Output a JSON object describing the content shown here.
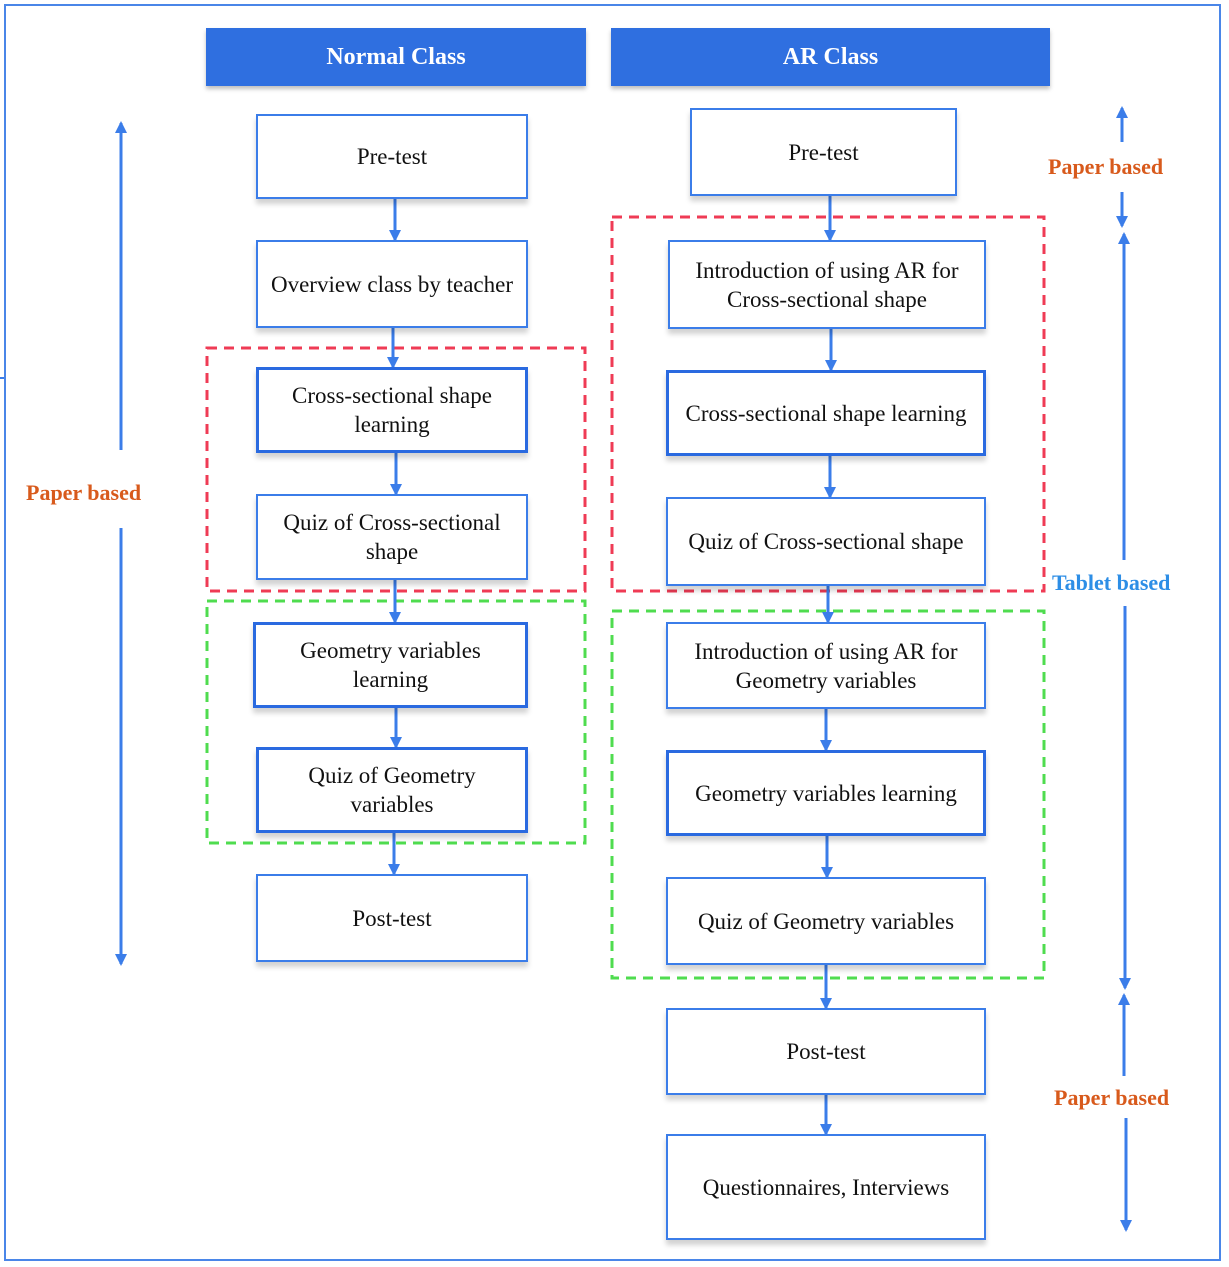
{
  "columns": {
    "normal": {
      "header": "Normal Class",
      "steps": [
        "Pre-test",
        "Overview class by teacher",
        "Cross-sectional shape learning",
        "Quiz of Cross-sectional shape",
        "Geometry variables learning",
        "Quiz of Geometry variables",
        "Post-test"
      ]
    },
    "ar": {
      "header": "AR Class",
      "steps": [
        "Pre-test",
        "Introduction of using AR for Cross-sectional shape",
        "Cross-sectional shape learning",
        "Quiz of Cross-sectional shape",
        "Introduction of using AR for Geometry variables",
        "Geometry variables learning",
        "Quiz of Geometry variables",
        "Post-test",
        "Questionnaires, Interviews"
      ]
    }
  },
  "phase_labels": {
    "normal_paper": "Paper based",
    "ar_paper_top": "Paper based",
    "ar_tablet": "Tablet based",
    "ar_paper_bottom": "Paper based"
  },
  "colors": {
    "header_bg": "#2f6fe0",
    "box_border": "#3b7de9",
    "arrow": "#3b7de9",
    "red_dashed_group": "#ef3b55",
    "green_dashed_group": "#4fdc4f",
    "paper_label": "#d85a1c",
    "tablet_label": "#2d8ee6"
  }
}
